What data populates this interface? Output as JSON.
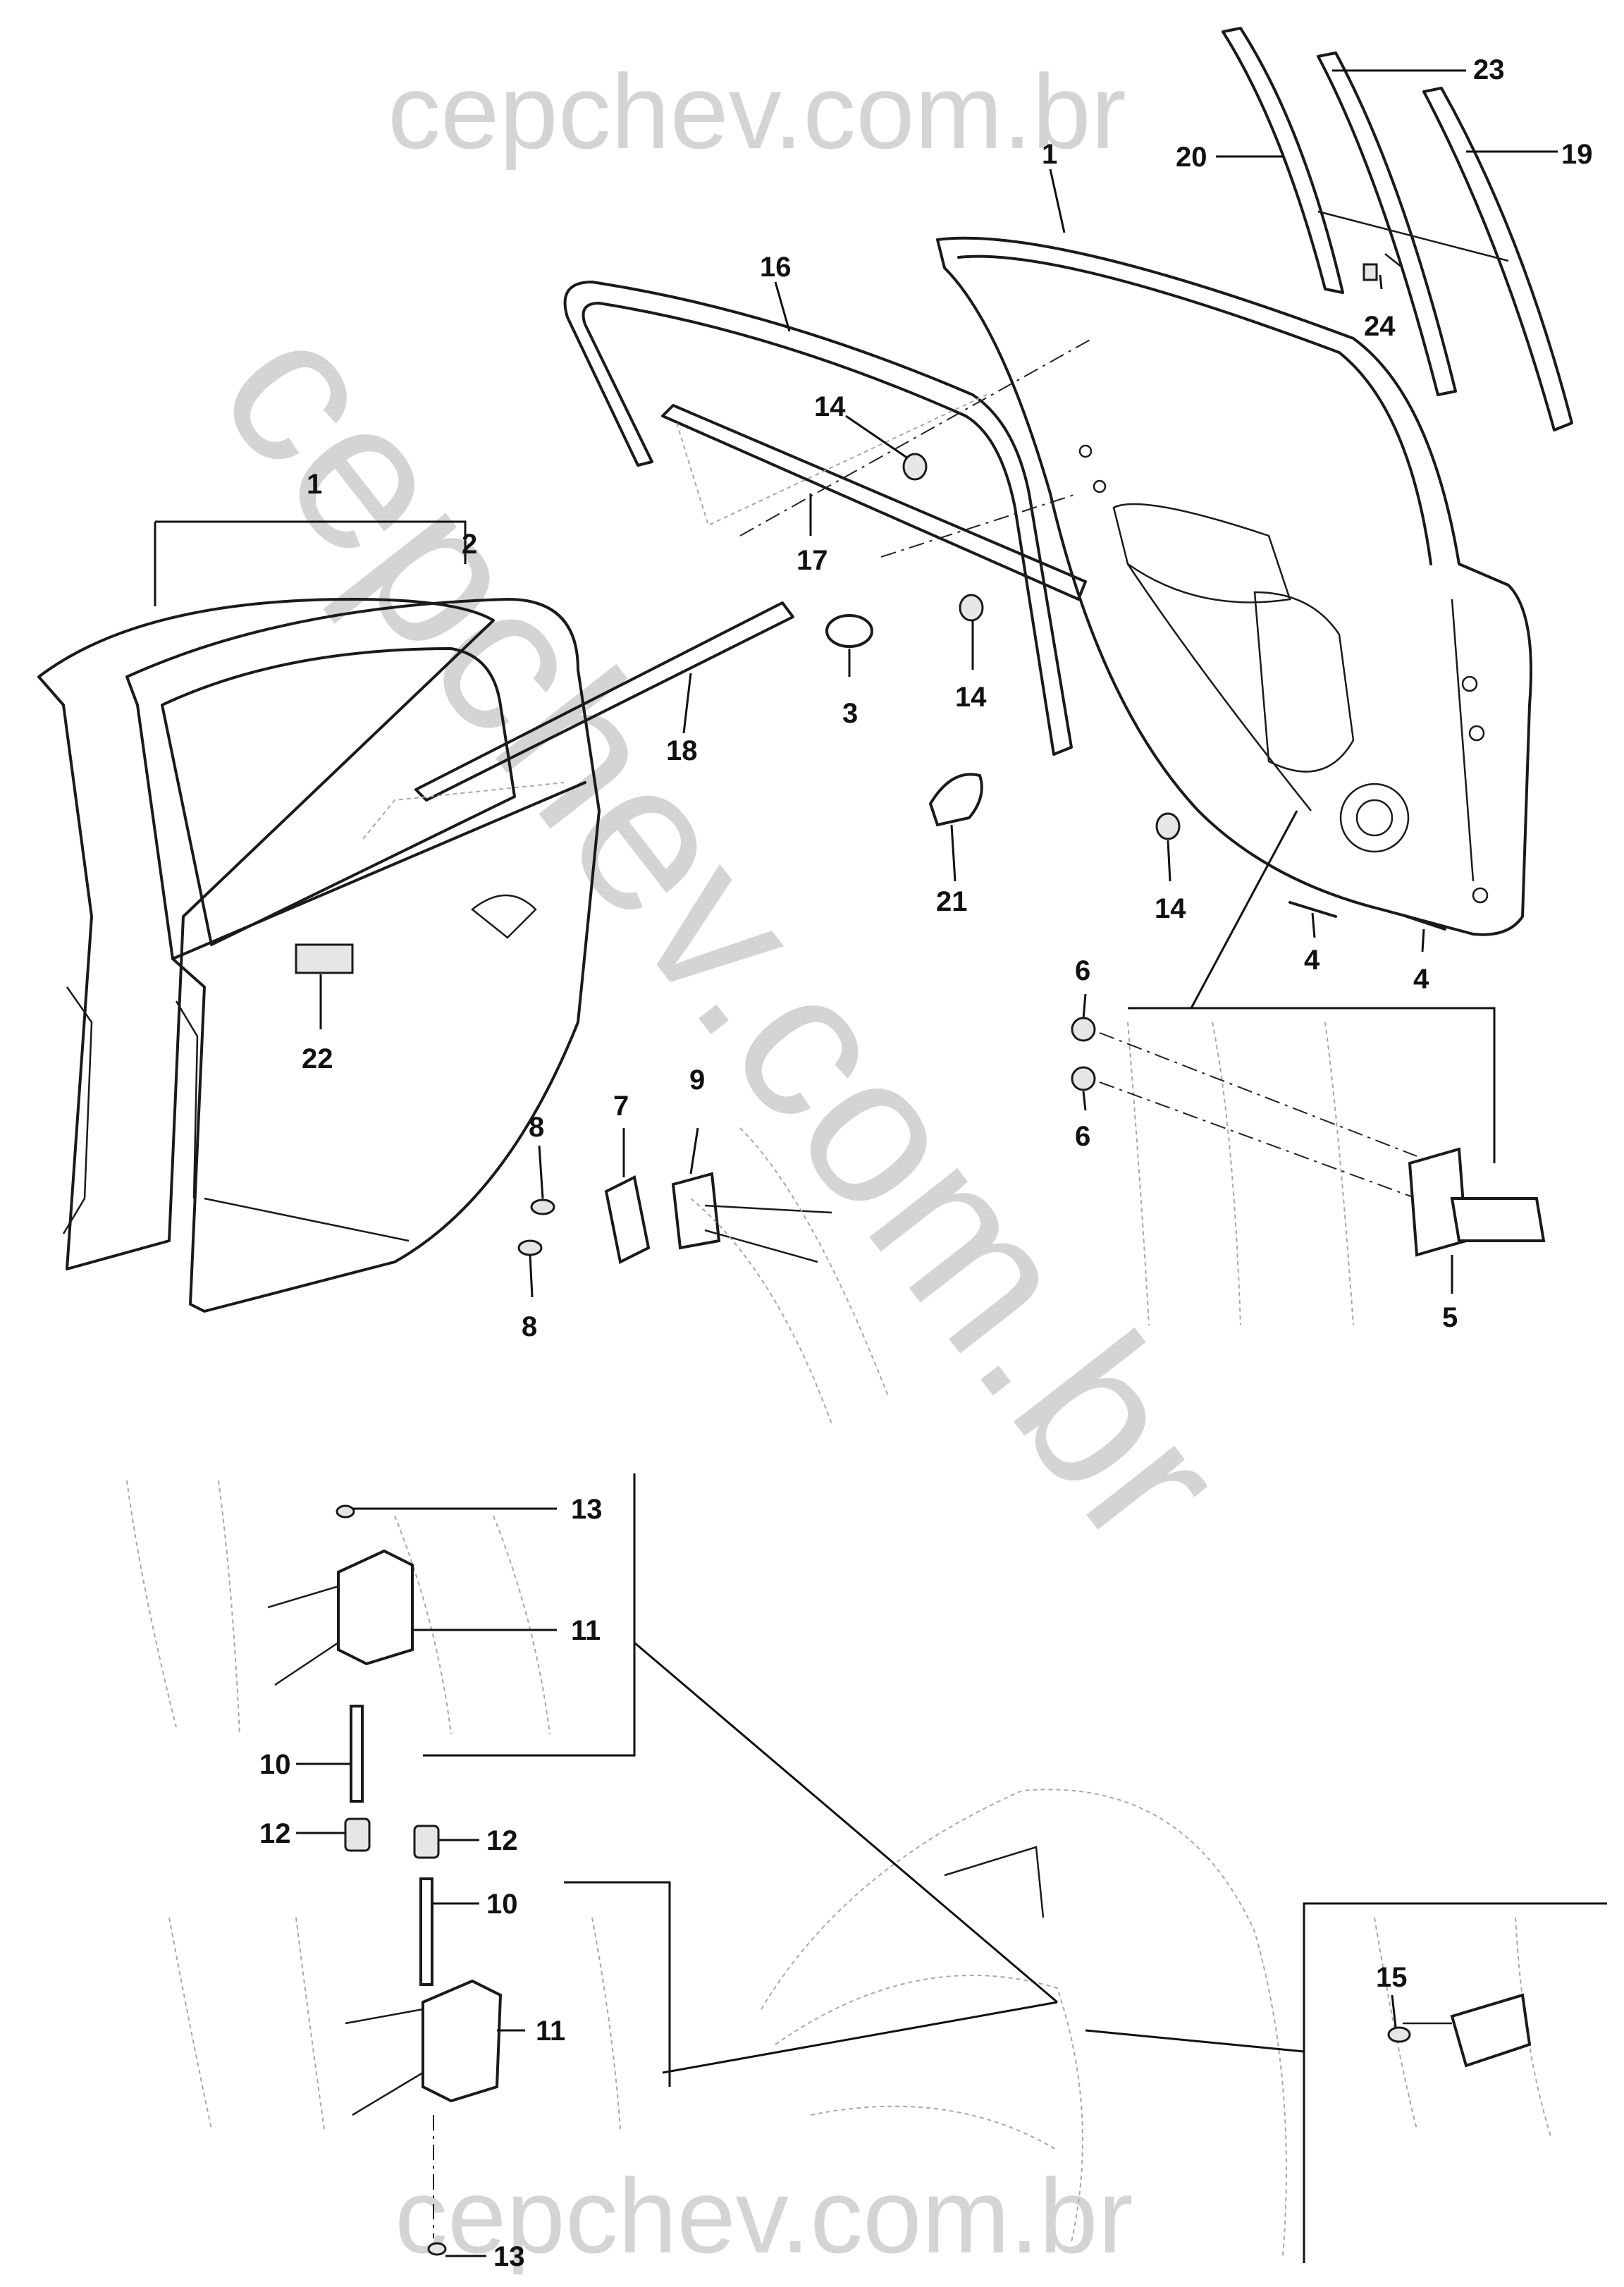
{
  "watermark": {
    "top": "cepchev.com.br",
    "diagonal": "cepchev.com.br",
    "bottom": "cepchev.com.br",
    "color": "#d4d4d4"
  },
  "callouts": [
    {
      "id": "c-23",
      "text": "23"
    },
    {
      "id": "c-20",
      "text": "20"
    },
    {
      "id": "c-19",
      "text": "19"
    },
    {
      "id": "c-1-top",
      "text": "1"
    },
    {
      "id": "c-16",
      "text": "16"
    },
    {
      "id": "c-24",
      "text": "24"
    },
    {
      "id": "c-14-a",
      "text": "14"
    },
    {
      "id": "c-1-left",
      "text": "1"
    },
    {
      "id": "c-2",
      "text": "2"
    },
    {
      "id": "c-17",
      "text": "17"
    },
    {
      "id": "c-3",
      "text": "3"
    },
    {
      "id": "c-14-b",
      "text": "14"
    },
    {
      "id": "c-18",
      "text": "18"
    },
    {
      "id": "c-21",
      "text": "21"
    },
    {
      "id": "c-14-c",
      "text": "14"
    },
    {
      "id": "c-4-a",
      "text": "4"
    },
    {
      "id": "c-4-b",
      "text": "4"
    },
    {
      "id": "c-6-a",
      "text": "6"
    },
    {
      "id": "c-6-b",
      "text": "6"
    },
    {
      "id": "c-22",
      "text": "22"
    },
    {
      "id": "c-7",
      "text": "7"
    },
    {
      "id": "c-9",
      "text": "9"
    },
    {
      "id": "c-8-a",
      "text": "8"
    },
    {
      "id": "c-8-b",
      "text": "8"
    },
    {
      "id": "c-5",
      "text": "5"
    },
    {
      "id": "c-13-a",
      "text": "13"
    },
    {
      "id": "c-11-a",
      "text": "11"
    },
    {
      "id": "c-10-a",
      "text": "10"
    },
    {
      "id": "c-12-a",
      "text": "12"
    },
    {
      "id": "c-12-b",
      "text": "12"
    },
    {
      "id": "c-10-b",
      "text": "10"
    },
    {
      "id": "c-11-b",
      "text": "11"
    },
    {
      "id": "c-15",
      "text": "15"
    },
    {
      "id": "c-13-b",
      "text": "13"
    }
  ]
}
